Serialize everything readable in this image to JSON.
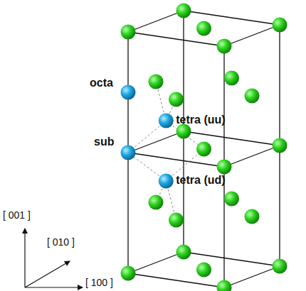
{
  "diagram": {
    "labels": [
      "octa",
      "tetra (uu)",
      "sub",
      "tetra (ud)",
      "[ 001 ]",
      "[ 010 ]",
      "[ 100 ]"
    ]
  }
}
